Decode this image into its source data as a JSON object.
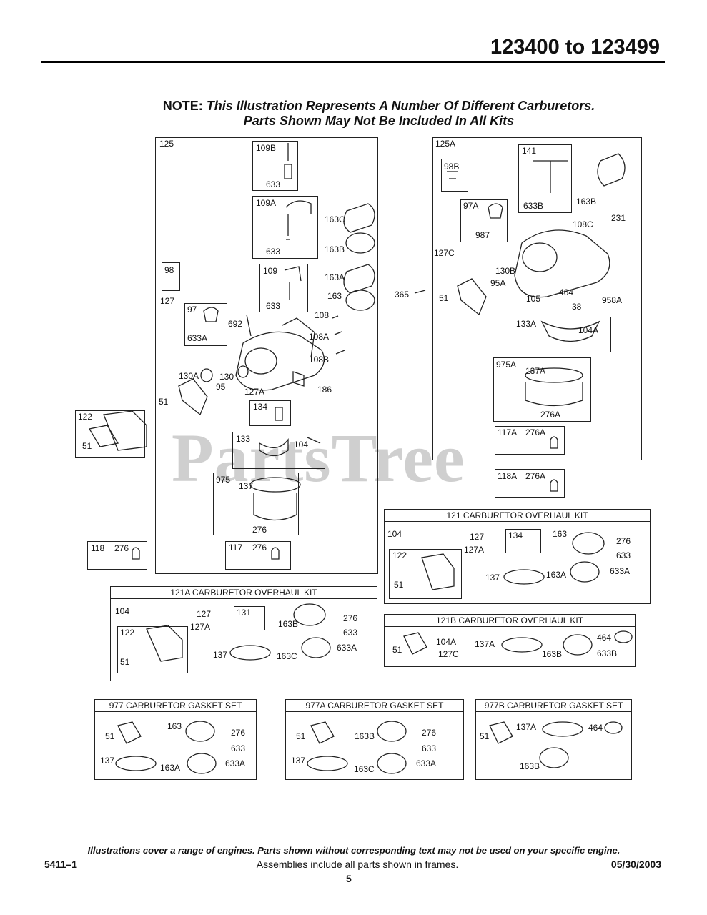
{
  "header": {
    "range": "123400 to 123499"
  },
  "note": {
    "label": "NOTE:",
    "line1": "This Illustration Represents A Number Of Different Carburetors.",
    "line2": "Parts Shown May Not Be Included In All Kits"
  },
  "watermark": "PartsTree",
  "callouts": {
    "c125": "125",
    "c109B": "109B",
    "c633a": "633",
    "c109A": "109A",
    "c633b": "633",
    "c163C": "163C",
    "c163B": "163B",
    "c163A": "163A",
    "c163": "163",
    "c98": "98",
    "c127": "127",
    "c109": "109",
    "c633c": "633",
    "c97": "97",
    "c633A": "633A",
    "c692": "692",
    "c108": "108",
    "c108A": "108A",
    "c108B": "108B",
    "c130A": "130A",
    "c130": "130",
    "c95": "95",
    "c127A": "127A",
    "c186": "186",
    "c51": "51",
    "c134": "134",
    "c133": "133",
    "c104": "104",
    "c975": "975",
    "c137": "137",
    "c276": "276",
    "c117": "117",
    "c276b": "276",
    "c122": "122",
    "c51b": "51",
    "c118": "118",
    "c276c": "276",
    "c125A": "125A",
    "c98B": "98B",
    "c141": "141",
    "c633B": "633B",
    "c163Br": "163B",
    "c97A": "97A",
    "c987": "987",
    "c108C": "108C",
    "c231": "231",
    "c127C": "127C",
    "c130B": "130B",
    "c95A": "95A",
    "c365": "365",
    "c51r": "51",
    "c105": "105",
    "c464": "464",
    "c958A": "958A",
    "c38": "38",
    "c133A": "133A",
    "c104A": "104A",
    "c975A": "975A",
    "c137A": "137A",
    "c276A": "276A",
    "c117A": "117A",
    "c276A2": "276A",
    "c118A": "118A",
    "c276A3": "276A"
  },
  "kits": {
    "k121": {
      "title": "121 CARBURETOR OVERHAUL KIT",
      "labels": [
        "104",
        "127",
        "127A",
        "134",
        "163",
        "276",
        "633",
        "633A",
        "122",
        "51",
        "137",
        "163A"
      ]
    },
    "k121A": {
      "title": "121A CARBURETOR OVERHAUL KIT",
      "labels": [
        "104",
        "127",
        "127A",
        "131",
        "163B",
        "276",
        "633",
        "633A",
        "122",
        "51",
        "137",
        "163C"
      ]
    },
    "k121B": {
      "title": "121B CARBURETOR OVERHAUL KIT",
      "labels": [
        "51",
        "104A",
        "127C",
        "137A",
        "163B",
        "464",
        "633B"
      ]
    },
    "k977": {
      "title": "977 CARBURETOR GASKET SET",
      "labels": [
        "51",
        "163",
        "276",
        "633",
        "137",
        "163A",
        "633A"
      ]
    },
    "k977A": {
      "title": "977A CARBURETOR GASKET SET",
      "labels": [
        "51",
        "163B",
        "276",
        "633",
        "137",
        "163C",
        "633A"
      ]
    },
    "k977B": {
      "title": "977B CARBURETOR GASKET SET",
      "labels": [
        "51",
        "137A",
        "464",
        "163B"
      ]
    }
  },
  "footer": {
    "disclaimer": "Illustrations cover a range of engines. Parts shown without corresponding text may not be used on your specific engine.",
    "code": "5411–1",
    "assemblies": "Assemblies include all parts shown in frames.",
    "date": "05/30/2003",
    "page": "5"
  }
}
